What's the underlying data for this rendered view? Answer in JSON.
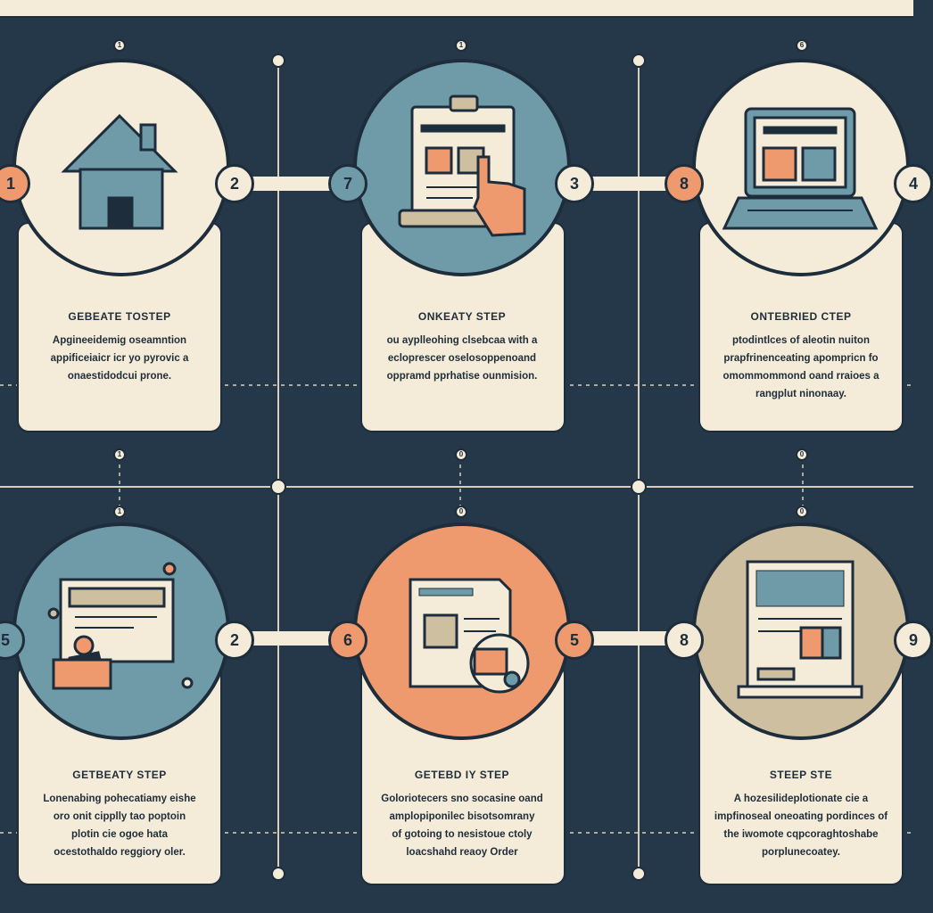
{
  "colors": {
    "background": "#24384a",
    "cream": "#f4ecd8",
    "teal": "#6f9aa8",
    "orange": "#ee9a6e",
    "tan": "#cdbf9f",
    "ink": "#1e2d3b"
  },
  "cards": [
    {
      "title": "GEBEATE TOSTEP",
      "lines": [
        "Apgineeidemig oseamntion",
        "appificeiaicr icr yo pyrovic a",
        "onaestidodcui prone."
      ],
      "icon": "house-icon",
      "circle_color": "cream"
    },
    {
      "title": "ONKEATY STEP",
      "lines": [
        "ou ayplleohing clsebcaa with a",
        "ecloprescer oselosoppenoand",
        "oppramd pprhatise ounmision."
      ],
      "icon": "tablet-touch-icon",
      "circle_color": "teal"
    },
    {
      "title": "ONTEBRIED CTEP",
      "lines": [
        "ptodintlces of aleotin nuiton",
        "prapfrinenceating apompricn fo",
        "omommommond oand rraioes a",
        "rangplut ninonaay."
      ],
      "icon": "laptop-icon",
      "circle_color": "cream"
    },
    {
      "title": "GETBEATY STEP",
      "lines": [
        "Lonenabing pohecatiamy eishe",
        "oro onit cipplly tao poptoin",
        "plotin cie ogoe hata",
        "ocestothaldo reggiory oler."
      ],
      "icon": "presenter-icon",
      "circle_color": "teal"
    },
    {
      "title": "GETEBD IY STEP",
      "lines": [
        "Goloriotecers sno socasine oand",
        "amplopiponilec bisotsomrany",
        "of gotoing to nesistoue ctoly",
        "loacshahd reaoy Order"
      ],
      "icon": "document-badge-icon",
      "circle_color": "orange"
    },
    {
      "title": "STEEP STE",
      "lines": [
        "A hozesilideplotionate cie a",
        "impfinoseal oneoating pordinces of",
        "the iwomote cqpcoraghtoshabe",
        "porplunecoatey."
      ],
      "icon": "report-icon",
      "circle_color": "tan"
    }
  ],
  "badges": [
    "1",
    "2",
    "7",
    "3",
    "8",
    "4",
    "5",
    "2",
    "6",
    "5",
    "8",
    "9"
  ],
  "top_markers": [
    "1",
    "1",
    "6",
    "1",
    "0",
    "0",
    "1",
    "0",
    "0"
  ]
}
